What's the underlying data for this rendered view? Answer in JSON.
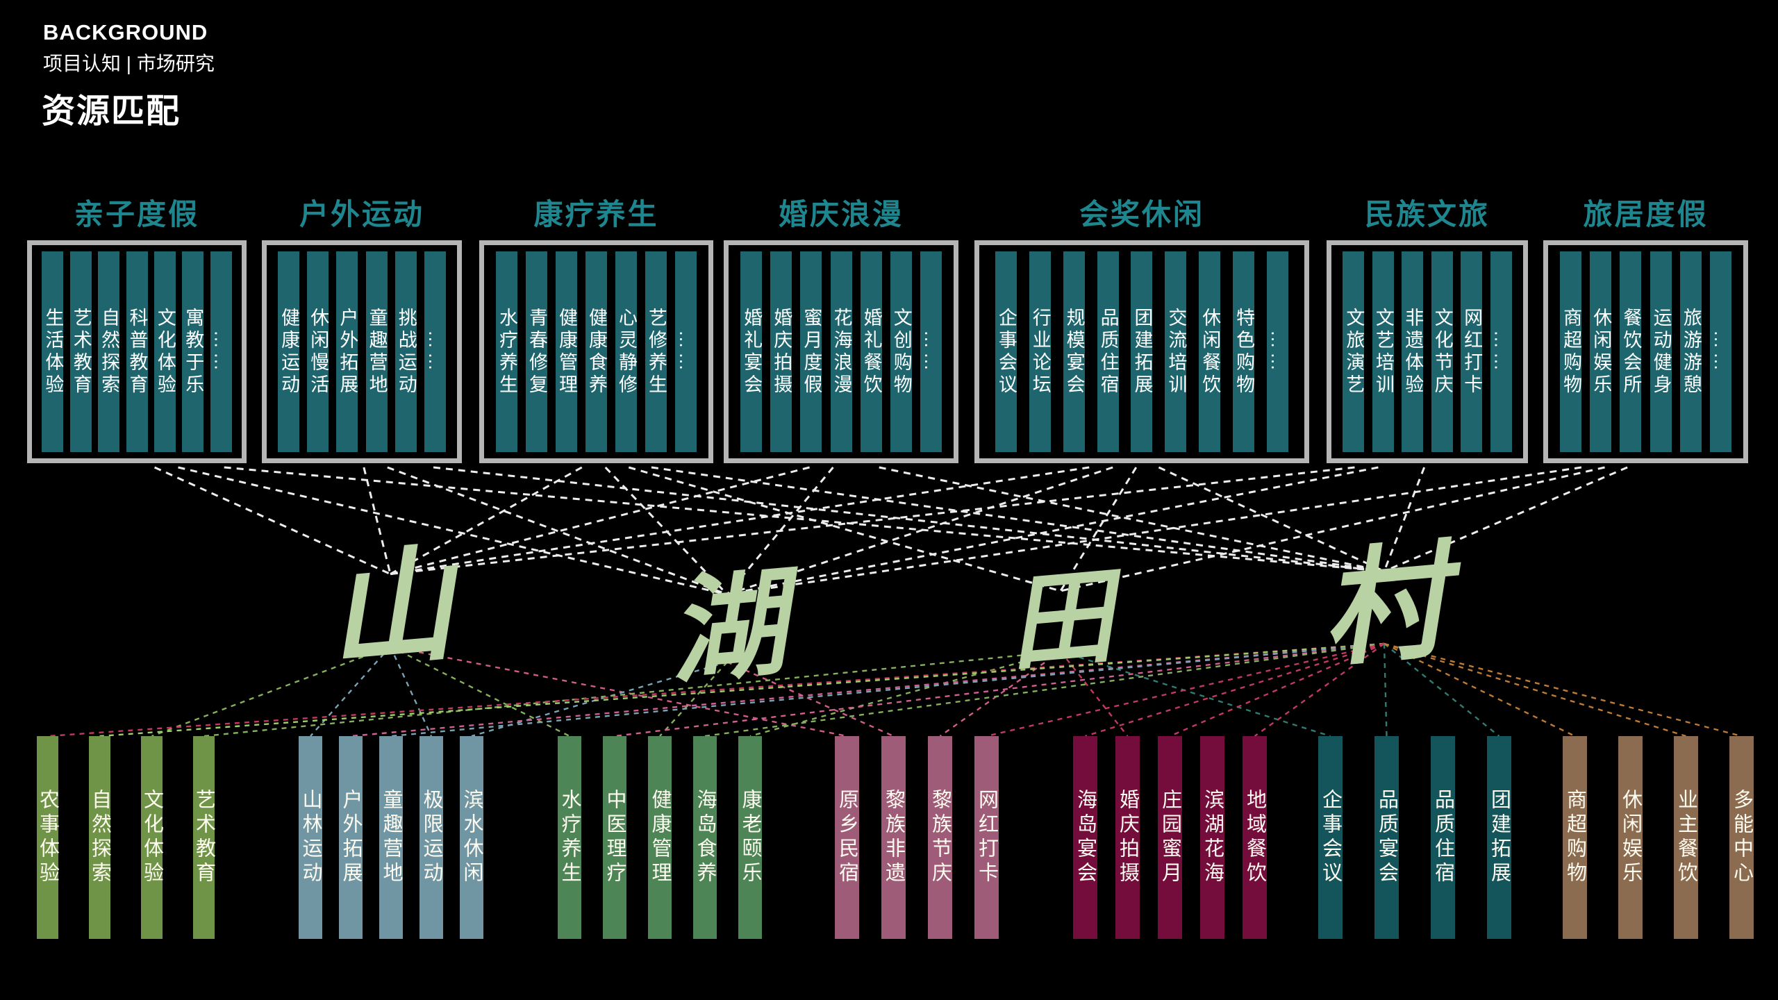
{
  "slide": {
    "eyebrow": "BACKGROUND",
    "subtitle": "项目认知 | 市场研究",
    "title": "资源匹配"
  },
  "style": {
    "background": "#000000",
    "category_title_color": "#1e868f",
    "category_bar_color": "#1e656d",
    "box_border_color": "#b5b5b5",
    "character_color": "#b9d2a3",
    "text_color": "#ffffff",
    "white_line": "#ededed"
  },
  "categories": [
    {
      "label": "亲子度假",
      "items": [
        "生活体验",
        "艺术教育",
        "自然探索",
        "科普教育",
        "文化体验",
        "寓教于乐",
        "……"
      ]
    },
    {
      "label": "户外运动",
      "items": [
        "健康运动",
        "休闲慢活",
        "户外拓展",
        "童趣营地",
        "挑战运动",
        "……"
      ]
    },
    {
      "label": "康疗养生",
      "items": [
        "水疗养生",
        "青春修复",
        "健康管理",
        "健康食养",
        "心灵静修",
        "艺修养生",
        "……"
      ]
    },
    {
      "label": "婚庆浪漫",
      "items": [
        "婚礼宴会",
        "婚庆拍摄",
        "蜜月度假",
        "花海浪漫",
        "婚礼餐饮",
        "文创购物",
        "……"
      ]
    },
    {
      "label": "会奖休闲",
      "items": [
        "企事会议",
        "行业论坛",
        "规模宴会",
        "品质住宿",
        "团建拓展",
        "交流培训",
        "休闲餐饮",
        "特色购物",
        "……"
      ]
    },
    {
      "label": "民族文旅",
      "items": [
        "文旅演艺",
        "文艺培训",
        "非遗体验",
        "文化节庆",
        "网红打卡",
        "……"
      ]
    },
    {
      "label": "旅居度假",
      "items": [
        "商超购物",
        "休闲娱乐",
        "餐饮会所",
        "运动健身",
        "旅游游憩",
        "……"
      ]
    }
  ],
  "center_characters": [
    {
      "id": "shan",
      "char": "山"
    },
    {
      "id": "hu",
      "char": "湖"
    },
    {
      "id": "tian",
      "char": "田"
    },
    {
      "id": "cun",
      "char": "村"
    }
  ],
  "bottom_groups": [
    {
      "color": "#6f9447",
      "items": [
        "农事体验",
        "自然探索",
        "文化体验",
        "艺术教育"
      ]
    },
    {
      "color": "#7095a3",
      "items": [
        "山林运动",
        "户外拓展",
        "童趣营地",
        "极限运动",
        "滨水休闲"
      ]
    },
    {
      "color": "#4e8557",
      "items": [
        "水疗养生",
        "中医理疗",
        "健康管理",
        "海岛食养",
        "康老颐乐"
      ]
    },
    {
      "color": "#9e5c78",
      "items": [
        "原乡民宿",
        "黎族非遗",
        "黎族节庆",
        "网红打卡"
      ]
    },
    {
      "color": "#740d3c",
      "items": [
        "海岛宴会",
        "婚庆拍摄",
        "庄园蜜月",
        "滨湖花海",
        "地域餐饮"
      ]
    },
    {
      "color": "#14545b",
      "items": [
        "企事会议",
        "品质宴会",
        "品质住宿",
        "团建拓展"
      ]
    },
    {
      "color": "#8b6c50",
      "items": [
        "商超购物",
        "休闲娱乐",
        "业主餐饮",
        "多能中心"
      ]
    }
  ],
  "connections": [
    {
      "from": "box.0",
      "to": "char.shan",
      "color": "#ededed"
    },
    {
      "from": "box.0",
      "to": "char.hu",
      "color": "#ededed"
    },
    {
      "from": "box.0",
      "to": "char.cun",
      "color": "#ededed"
    },
    {
      "from": "box.1",
      "to": "char.shan",
      "color": "#ededed"
    },
    {
      "from": "box.1",
      "to": "char.hu",
      "color": "#ededed"
    },
    {
      "from": "box.1",
      "to": "char.cun",
      "color": "#ededed"
    },
    {
      "from": "box.2",
      "to": "char.shan",
      "color": "#ededed"
    },
    {
      "from": "box.2",
      "to": "char.hu",
      "color": "#ededed"
    },
    {
      "from": "box.2",
      "to": "char.tian",
      "color": "#ededed"
    },
    {
      "from": "box.2",
      "to": "char.cun",
      "color": "#ededed"
    },
    {
      "from": "box.3",
      "to": "char.shan",
      "color": "#ededed"
    },
    {
      "from": "box.3",
      "to": "char.hu",
      "color": "#ededed"
    },
    {
      "from": "box.3",
      "to": "char.cun",
      "color": "#ededed"
    },
    {
      "from": "box.4",
      "to": "char.shan",
      "color": "#ededed"
    },
    {
      "from": "box.4",
      "to": "char.hu",
      "color": "#ededed"
    },
    {
      "from": "box.4",
      "to": "char.tian",
      "color": "#ededed"
    },
    {
      "from": "box.4",
      "to": "char.cun",
      "color": "#ededed"
    },
    {
      "from": "box.5",
      "to": "char.shan",
      "color": "#ededed"
    },
    {
      "from": "box.5",
      "to": "char.hu",
      "color": "#ededed"
    },
    {
      "from": "box.5",
      "to": "char.cun",
      "color": "#ededed"
    },
    {
      "from": "box.6",
      "to": "char.hu",
      "color": "#ededed"
    },
    {
      "from": "box.6",
      "to": "char.tian",
      "color": "#ededed"
    },
    {
      "from": "box.6",
      "to": "char.cun",
      "color": "#ededed"
    },
    {
      "from": "char.shan",
      "to": "bar.1.0",
      "color": "#7ba3b5"
    },
    {
      "from": "char.shan",
      "to": "bar.1.3",
      "color": "#7ba3b5"
    },
    {
      "from": "char.shan",
      "to": "bar.0.2",
      "color": "#86b05c"
    },
    {
      "from": "char.shan",
      "to": "bar.2.0",
      "color": "#86b05c"
    },
    {
      "from": "char.shan",
      "to": "bar.3.0",
      "color": "#cf5d87"
    },
    {
      "from": "char.hu",
      "to": "bar.1.4",
      "color": "#7ba3b5"
    },
    {
      "from": "char.hu",
      "to": "bar.2.2",
      "color": "#86b05c"
    },
    {
      "from": "char.hu",
      "to": "bar.3.1",
      "color": "#cf5d87"
    },
    {
      "from": "char.tian",
      "to": "bar.2.4",
      "color": "#86b05c"
    },
    {
      "from": "char.tian",
      "to": "bar.0.3",
      "color": "#86b05c"
    },
    {
      "from": "char.tian",
      "to": "bar.3.2",
      "color": "#cf5d87"
    },
    {
      "from": "char.tian",
      "to": "bar.5.0",
      "color": "#2f7d72"
    },
    {
      "from": "char.tian",
      "to": "bar.4.1",
      "color": "#c23a60"
    },
    {
      "from": "char.cun",
      "to": "bar.0.0",
      "color": "#c23a60"
    },
    {
      "from": "char.cun",
      "to": "bar.0.1",
      "color": "#9fcf6a"
    },
    {
      "from": "char.cun",
      "to": "bar.1.1",
      "color": "#d06090"
    },
    {
      "from": "char.cun",
      "to": "bar.1.2",
      "color": "#7ba3b5"
    },
    {
      "from": "char.cun",
      "to": "bar.2.1",
      "color": "#d06090"
    },
    {
      "from": "char.cun",
      "to": "bar.2.3",
      "color": "#86b05c"
    },
    {
      "from": "char.cun",
      "to": "bar.3.3",
      "color": "#c23a60"
    },
    {
      "from": "char.cun",
      "to": "bar.4.0",
      "color": "#c23a60"
    },
    {
      "from": "char.cun",
      "to": "bar.4.2",
      "color": "#c23a60"
    },
    {
      "from": "char.cun",
      "to": "bar.4.4",
      "color": "#c23a60"
    },
    {
      "from": "char.cun",
      "to": "bar.5.1",
      "color": "#2f7d72"
    },
    {
      "from": "char.cun",
      "to": "bar.5.3",
      "color": "#2f7d72"
    },
    {
      "from": "char.cun",
      "to": "bar.6.0",
      "color": "#bf7a35"
    },
    {
      "from": "char.cun",
      "to": "bar.6.2",
      "color": "#bf7a35"
    },
    {
      "from": "char.cun",
      "to": "bar.6.3",
      "color": "#bf7a35"
    }
  ]
}
